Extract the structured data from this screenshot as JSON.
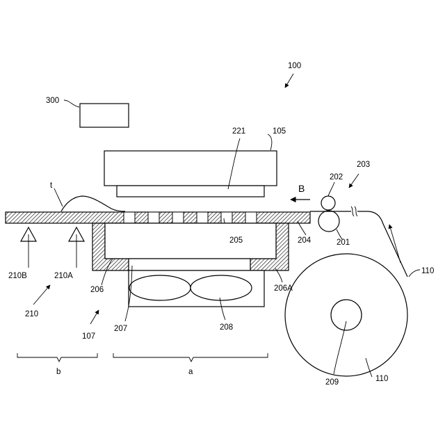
{
  "labels": {
    "n100": "100",
    "n300": "300",
    "n221": "221",
    "n105": "105",
    "n203": "203",
    "n202": "202",
    "nB": "B",
    "nt": "t",
    "n205": "205",
    "n204": "204",
    "n201": "201",
    "n210B": "210B",
    "n210A": "210A",
    "n206": "206",
    "n206A": "206A",
    "n110a": "110",
    "n110b": "110",
    "n210": "210",
    "n107": "107",
    "n207": "207",
    "n208": "208",
    "n209": "209",
    "nb": "b",
    "na": "a"
  }
}
